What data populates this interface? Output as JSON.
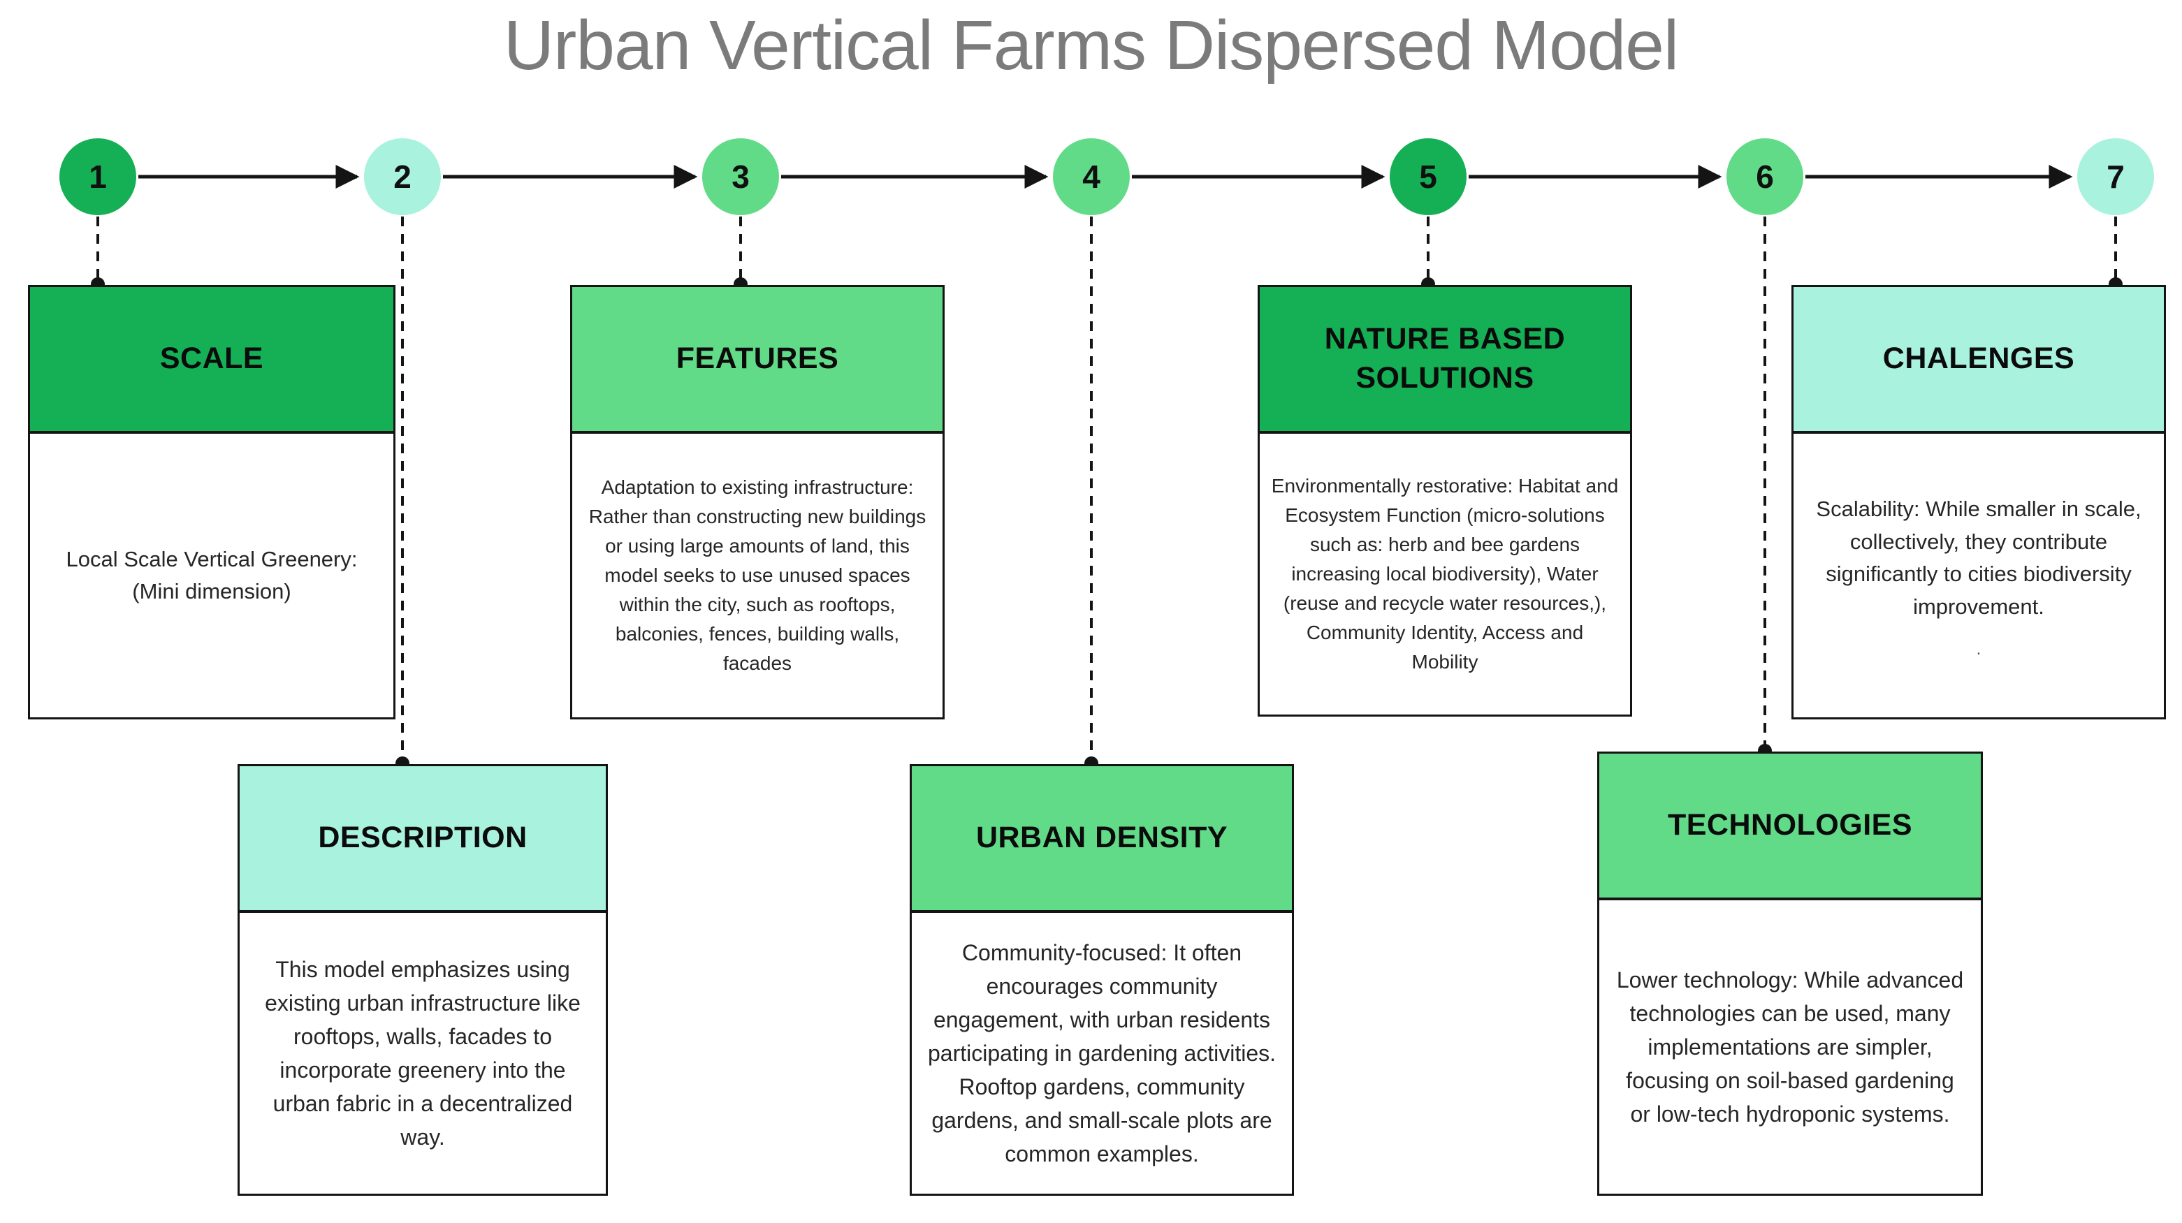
{
  "title": "Urban Vertical Farms Dispersed Model",
  "palette": {
    "dark_green": "#15af55",
    "medium_green": "#62db88",
    "light_mint": "#a9f2dd",
    "line_black": "#141414",
    "title_gray": "#7b7b7b"
  },
  "steps": [
    {
      "number": "1",
      "tone": "dark"
    },
    {
      "number": "2",
      "tone": "mint"
    },
    {
      "number": "3",
      "tone": "medium"
    },
    {
      "number": "4",
      "tone": "medium"
    },
    {
      "number": "5",
      "tone": "dark"
    },
    {
      "number": "6",
      "tone": "medium"
    },
    {
      "number": "7",
      "tone": "mint"
    }
  ],
  "cards": [
    {
      "id": "scale",
      "title": "SCALE",
      "tone": "dark",
      "body": "Local Scale Vertical Greenery: (Mini dimension)"
    },
    {
      "id": "description",
      "title": "DESCRIPTION",
      "tone": "mint",
      "body": "This model emphasizes using existing urban infrastructure like rooftops, walls, facades to incorporate greenery into the urban fabric in a decentralized way."
    },
    {
      "id": "features",
      "title": "FEATURES",
      "tone": "medium",
      "body": "Adaptation to existing infrastructure: Rather than constructing new buildings or using large amounts of land, this model seeks to use unused spaces within the city, such as rooftops, balconies, fences, building walls, facades"
    },
    {
      "id": "urban-density",
      "title": "URBAN DENSITY",
      "tone": "medium",
      "body": "Community-focused: It often encourages community engagement, with urban residents participating in gardening activities. Rooftop gardens, community gardens, and small-scale plots are common examples."
    },
    {
      "id": "nature-based-solutions",
      "title": "NATURE BASED SOLUTIONS",
      "tone": "dark",
      "body": "Environmentally restorative: Habitat and Ecosystem Function (micro-solutions such as: herb and bee gardens increasing local biodiversity), Water (reuse and recycle water resources,), Community Identity, Access and Mobility"
    },
    {
      "id": "technologies",
      "title": "TECHNOLOGIES",
      "tone": "medium",
      "body": "Lower technology: While advanced technologies can be used, many implementations are simpler, focusing on soil-based gardening or low-tech hydroponic systems."
    },
    {
      "id": "chalenges",
      "title": "CHALENGES",
      "tone": "mint",
      "body": "Scalability: While smaller in scale, collectively, they contribute significantly to cities biodiversity improvement.",
      "note": "."
    }
  ]
}
